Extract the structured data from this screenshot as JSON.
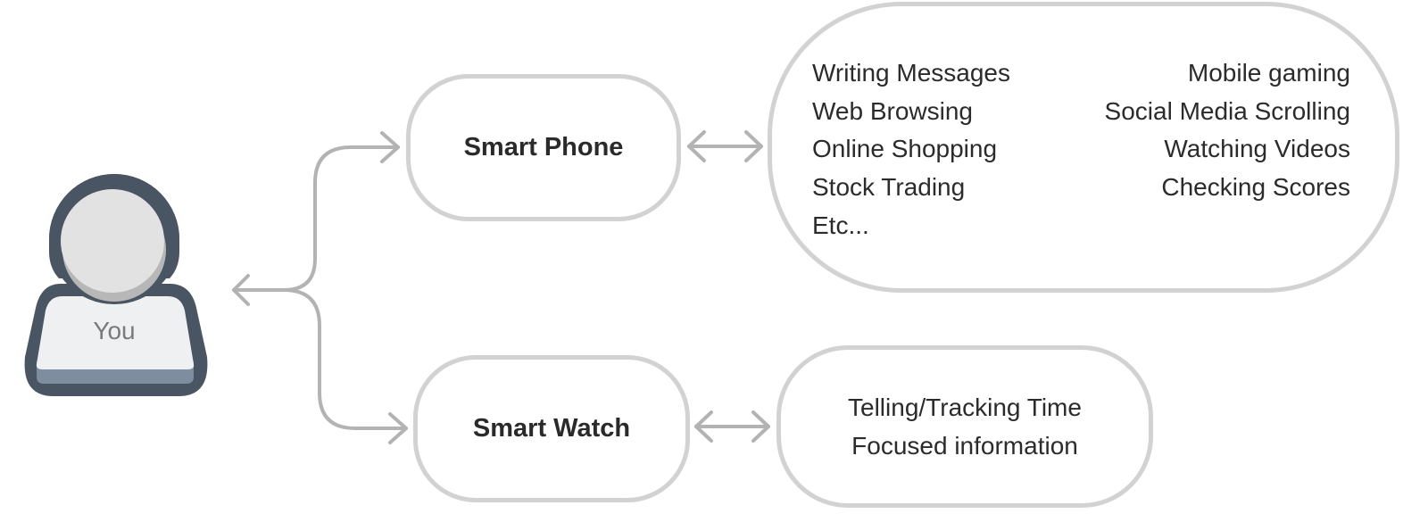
{
  "user": {
    "label": "You"
  },
  "devices": {
    "phone": {
      "label": "Smart Phone",
      "uses_left": [
        "Writing Messages",
        "Web Browsing",
        "Online Shopping",
        "Stock Trading",
        "Etc..."
      ],
      "uses_right": [
        "Mobile gaming",
        "Social Media Scrolling",
        "Watching Videos",
        "Checking Scores"
      ]
    },
    "watch": {
      "label": "Smart Watch",
      "uses": [
        "Telling/Tracking Time",
        "Focused information"
      ]
    }
  },
  "colors": {
    "box_border": "#d2d2d2",
    "arrow": "#b3b3b3",
    "avatar_outline": "#4a5563",
    "avatar_fill": "#e2e2e2",
    "avatar_base": "#7e8ea0"
  },
  "icons": {
    "user": "person-icon",
    "arrows": [
      "branch-arrow-icon",
      "double-arrow-icon"
    ]
  }
}
